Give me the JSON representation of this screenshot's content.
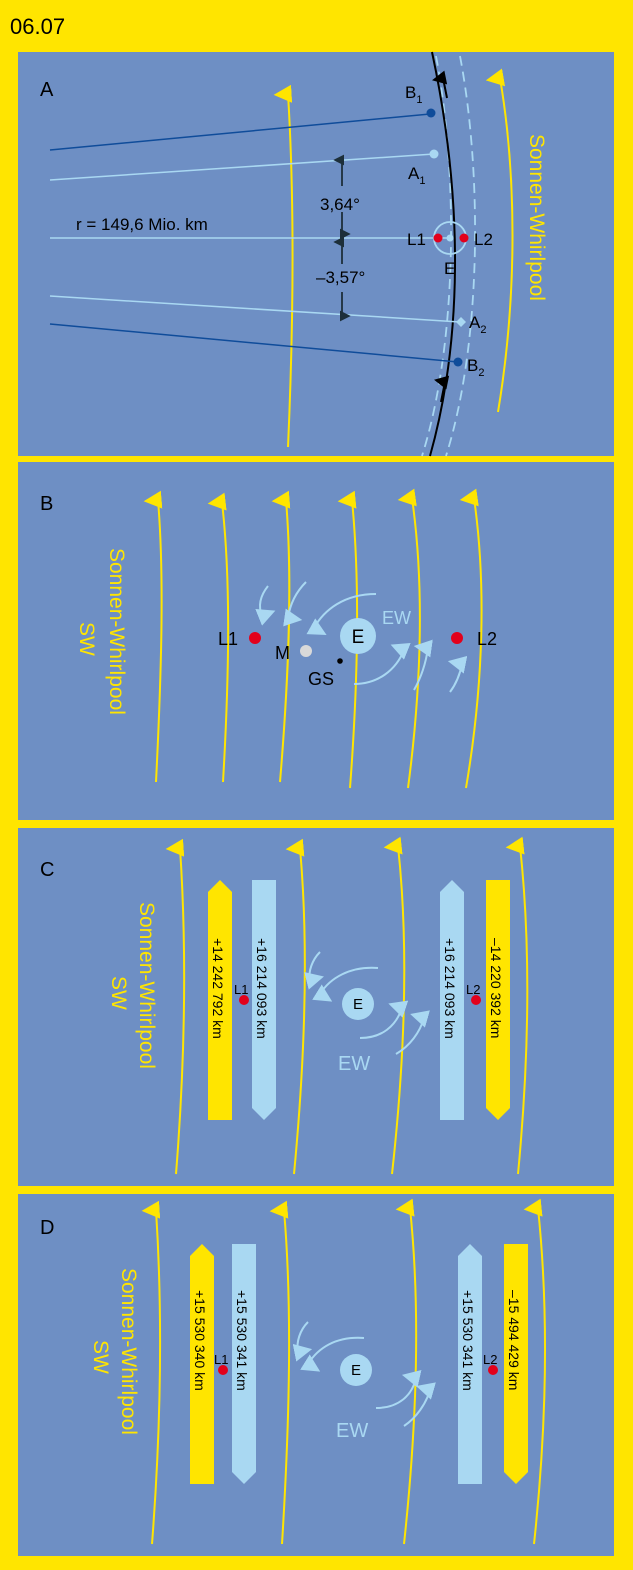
{
  "figure_number": "06.07",
  "colors": {
    "background": "#FFE500",
    "panel": "#6E8FC4",
    "yellow": "#FFE500",
    "light_blue": "#A9D8F2",
    "dark_blue": "#0F4C9A",
    "red": "#E3001B",
    "black": "#000000"
  },
  "panels": {
    "A": {
      "label": "A",
      "vortex_label": "Sonnen-Whirlpool",
      "radius_label": "r = 149,6 Mio. km",
      "angle_up": "3,64°",
      "angle_down": "–3,57°",
      "point_labels": {
        "B1_main": "B",
        "B1_sub": "1",
        "A1_main": "A",
        "A1_sub": "1",
        "A2_main": "A",
        "A2_sub": "2",
        "B2_main": "B",
        "B2_sub": "2",
        "L1": "L1",
        "L2": "L2",
        "E": "E"
      }
    },
    "B": {
      "label": "B",
      "vortex_label_1": "Sonnen-Whirlpool",
      "vortex_label_2": "SW",
      "L1": "L1",
      "L2": "L2",
      "M": "M",
      "GS": "GS",
      "E": "E",
      "EW": "EW"
    },
    "C": {
      "label": "C",
      "vortex_label_1": "Sonnen-Whirlpool",
      "vortex_label_2": "SW",
      "E": "E",
      "EW": "EW",
      "L1": "L1",
      "L2": "L2",
      "bars": [
        "+14 242 792 km",
        "+16 214 093 km",
        "+16 214 093 km",
        "–14 220 392 km"
      ]
    },
    "D": {
      "label": "D",
      "vortex_label_1": "Sonnen-Whirlpool",
      "vortex_label_2": "SW",
      "E": "E",
      "EW": "EW",
      "L1": "L1",
      "L2": "L2",
      "bars": [
        "+15 530 340 km",
        "+15 530 341 km",
        "+15 530 341 km",
        "–15 494 429 km"
      ]
    }
  }
}
